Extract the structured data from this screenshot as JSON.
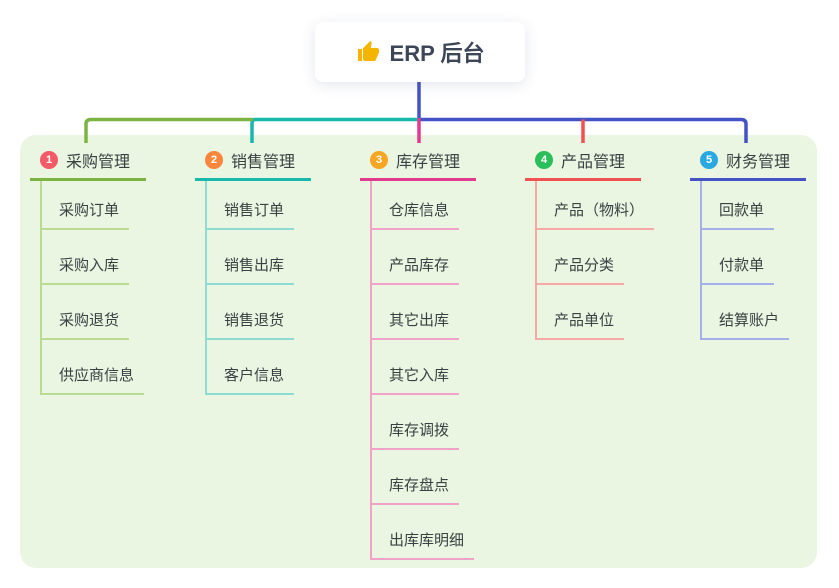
{
  "root": {
    "label": "ERP 后台",
    "icon": "thumbs-up-icon"
  },
  "connector": {
    "trunk_color": "#4353c6"
  },
  "panel_color": "#eaf6e2",
  "branches": [
    {
      "index": "1",
      "label": "采购管理",
      "color": "#7cb342",
      "light_color": "#b9dc92",
      "badge_color": "#f25a68",
      "children": [
        "采购订单",
        "采购入库",
        "采购退货",
        "供应商信息"
      ]
    },
    {
      "index": "2",
      "label": "销售管理",
      "color": "#18b9ac",
      "light_color": "#8cdcd4",
      "badge_color": "#f8863d",
      "children": [
        "销售订单",
        "销售出库",
        "销售退货",
        "客户信息"
      ]
    },
    {
      "index": "3",
      "label": "库存管理",
      "color": "#e23a8e",
      "light_color": "#f2a2c8",
      "badge_color": "#f6a623",
      "children": [
        "仓库信息",
        "产品库存",
        "其它出库",
        "其它入库",
        "库存调拨",
        "库存盘点",
        "出库库明细"
      ]
    },
    {
      "index": "4",
      "label": "产品管理",
      "color": "#f05152",
      "light_color": "#f8a9a6",
      "badge_color": "#2abf5a",
      "children": [
        "产品（物料）",
        "产品分类",
        "产品单位"
      ]
    },
    {
      "index": "5",
      "label": "财务管理",
      "color": "#4353c6",
      "light_color": "#a2b1e8",
      "badge_color": "#2aa9e0",
      "children": [
        "回款单",
        "付款单",
        "结算账户"
      ]
    }
  ]
}
